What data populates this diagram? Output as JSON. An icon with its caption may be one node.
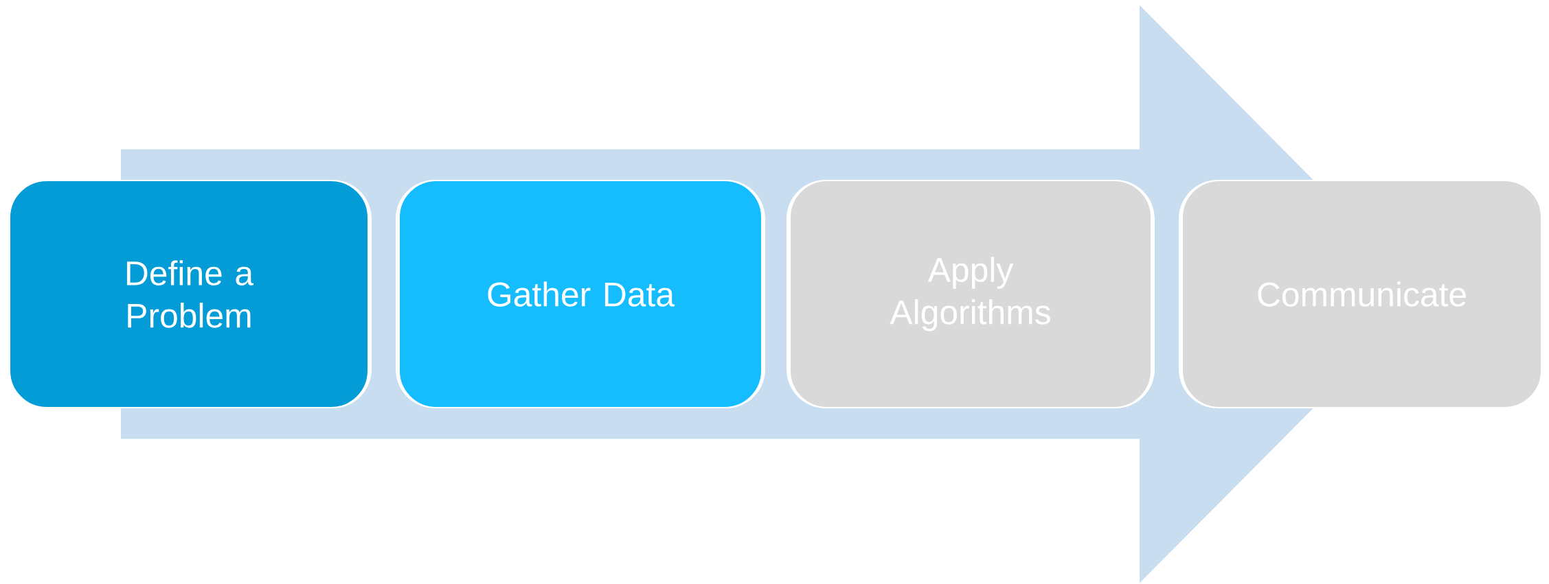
{
  "diagram": {
    "nodes": [
      {
        "text": [
          "Define a Problem"
        ]
      },
      {
        "text": [
          "Gather Data"
        ]
      },
      {
        "text": [
          "Apply Algorithms"
        ]
      },
      {
        "text": [
          "Communicate"
        ]
      }
    ],
    "edges": [
      {
        "from": 0,
        "to": 3,
        "arrow": "to"
      }
    ]
  }
}
